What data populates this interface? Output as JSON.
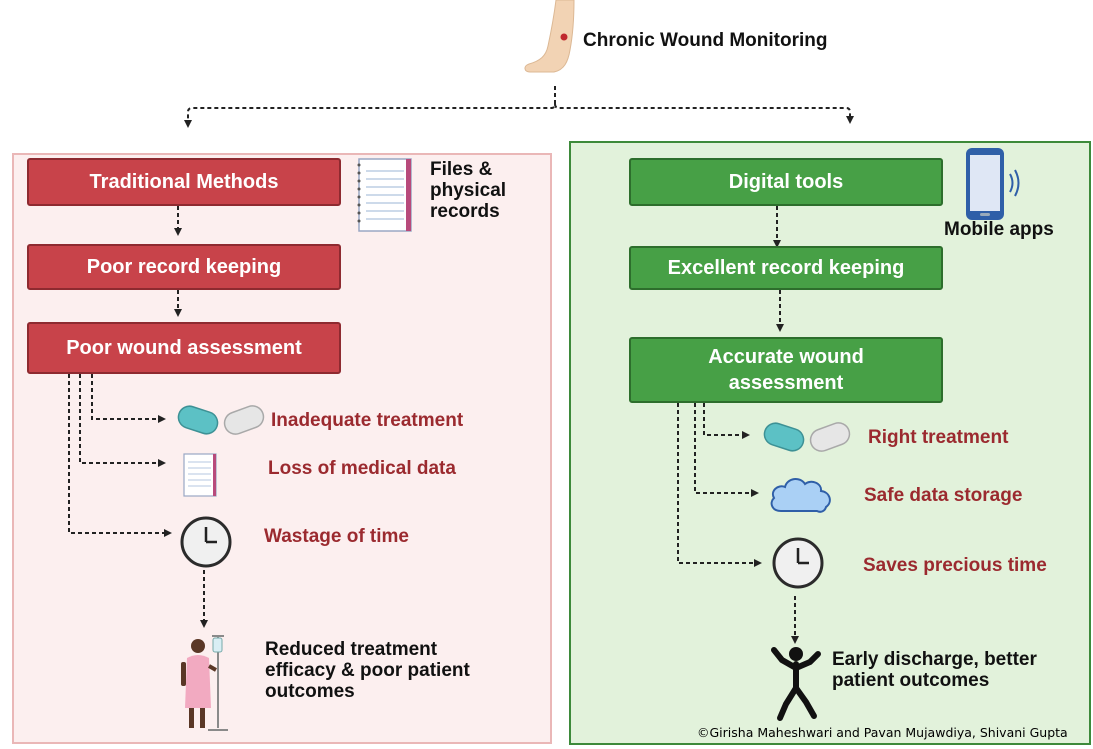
{
  "title": "Chronic Wound Monitoring",
  "left": {
    "box1": "Traditional Methods",
    "box2": "Poor record keeping",
    "box3": "Poor wound assessment",
    "files_label": "Files & physical records",
    "outcomes": [
      "Inadequate treatment",
      "Loss of medical data",
      "Wastage of time"
    ],
    "final": "Reduced treatment efficacy & poor patient outcomes"
  },
  "right": {
    "box1": "Digital tools",
    "box2": "Excellent record keeping",
    "box3": "Accurate wound assessment",
    "mobile_label": "Mobile apps",
    "outcomes": [
      "Right treatment",
      "Safe data storage",
      "Saves precious time"
    ],
    "final": "Early discharge, better patient outcomes"
  },
  "credit": "©Girisha Maheshwari and Pavan Mujawdiya, Shivani Gupta",
  "colors": {
    "red_box": "#c8434a",
    "green_box": "#47a046",
    "red_text": "#9b2a2f",
    "left_bg": "#fcefef",
    "right_bg": "#e2f2db"
  }
}
